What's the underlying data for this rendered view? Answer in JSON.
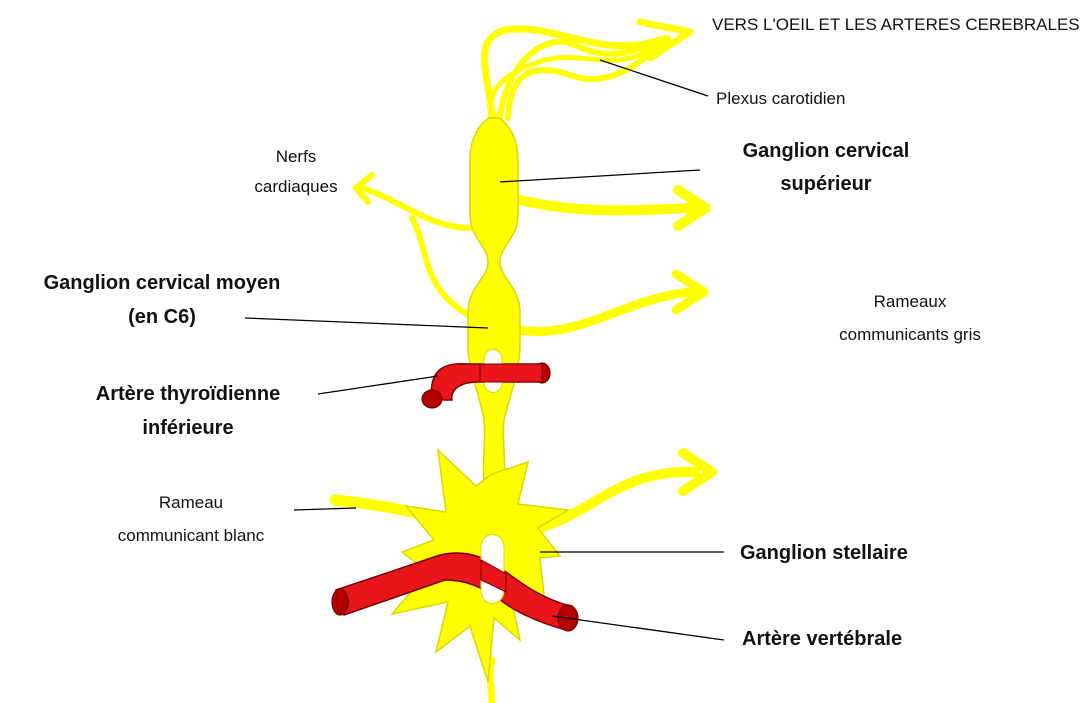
{
  "colors": {
    "nerve_yellow": "#FFFF00",
    "nerve_outline": "#D8D800",
    "artery_red": "#E8161A",
    "artery_outline": "#7A0000",
    "artery_end": "#B40000",
    "leader_line": "#000000",
    "text": "#111111"
  },
  "labels": {
    "to_eye": "VERS L'OEIL ET LES ARTERES CEREBRALES",
    "plexus": "Plexus carotidien",
    "cardiac_1": "Nerfs",
    "cardiac_2": "cardiaques",
    "sup_ganglion_1": "Ganglion cervical",
    "sup_ganglion_2": "supérieur",
    "mid_ganglion_1": "Ganglion cervical moyen",
    "mid_ganglion_2": "(en C6)",
    "gray_rami_1": "Rameaux",
    "gray_rami_2": "communicants gris",
    "thyroid_1": "Artère thyroïdienne",
    "thyroid_2": "inférieure",
    "white_ramus_1": "Rameau",
    "white_ramus_2": "communicant blanc",
    "stellate": "Ganglion stellaire",
    "vertebral": "Artère vertébrale"
  }
}
